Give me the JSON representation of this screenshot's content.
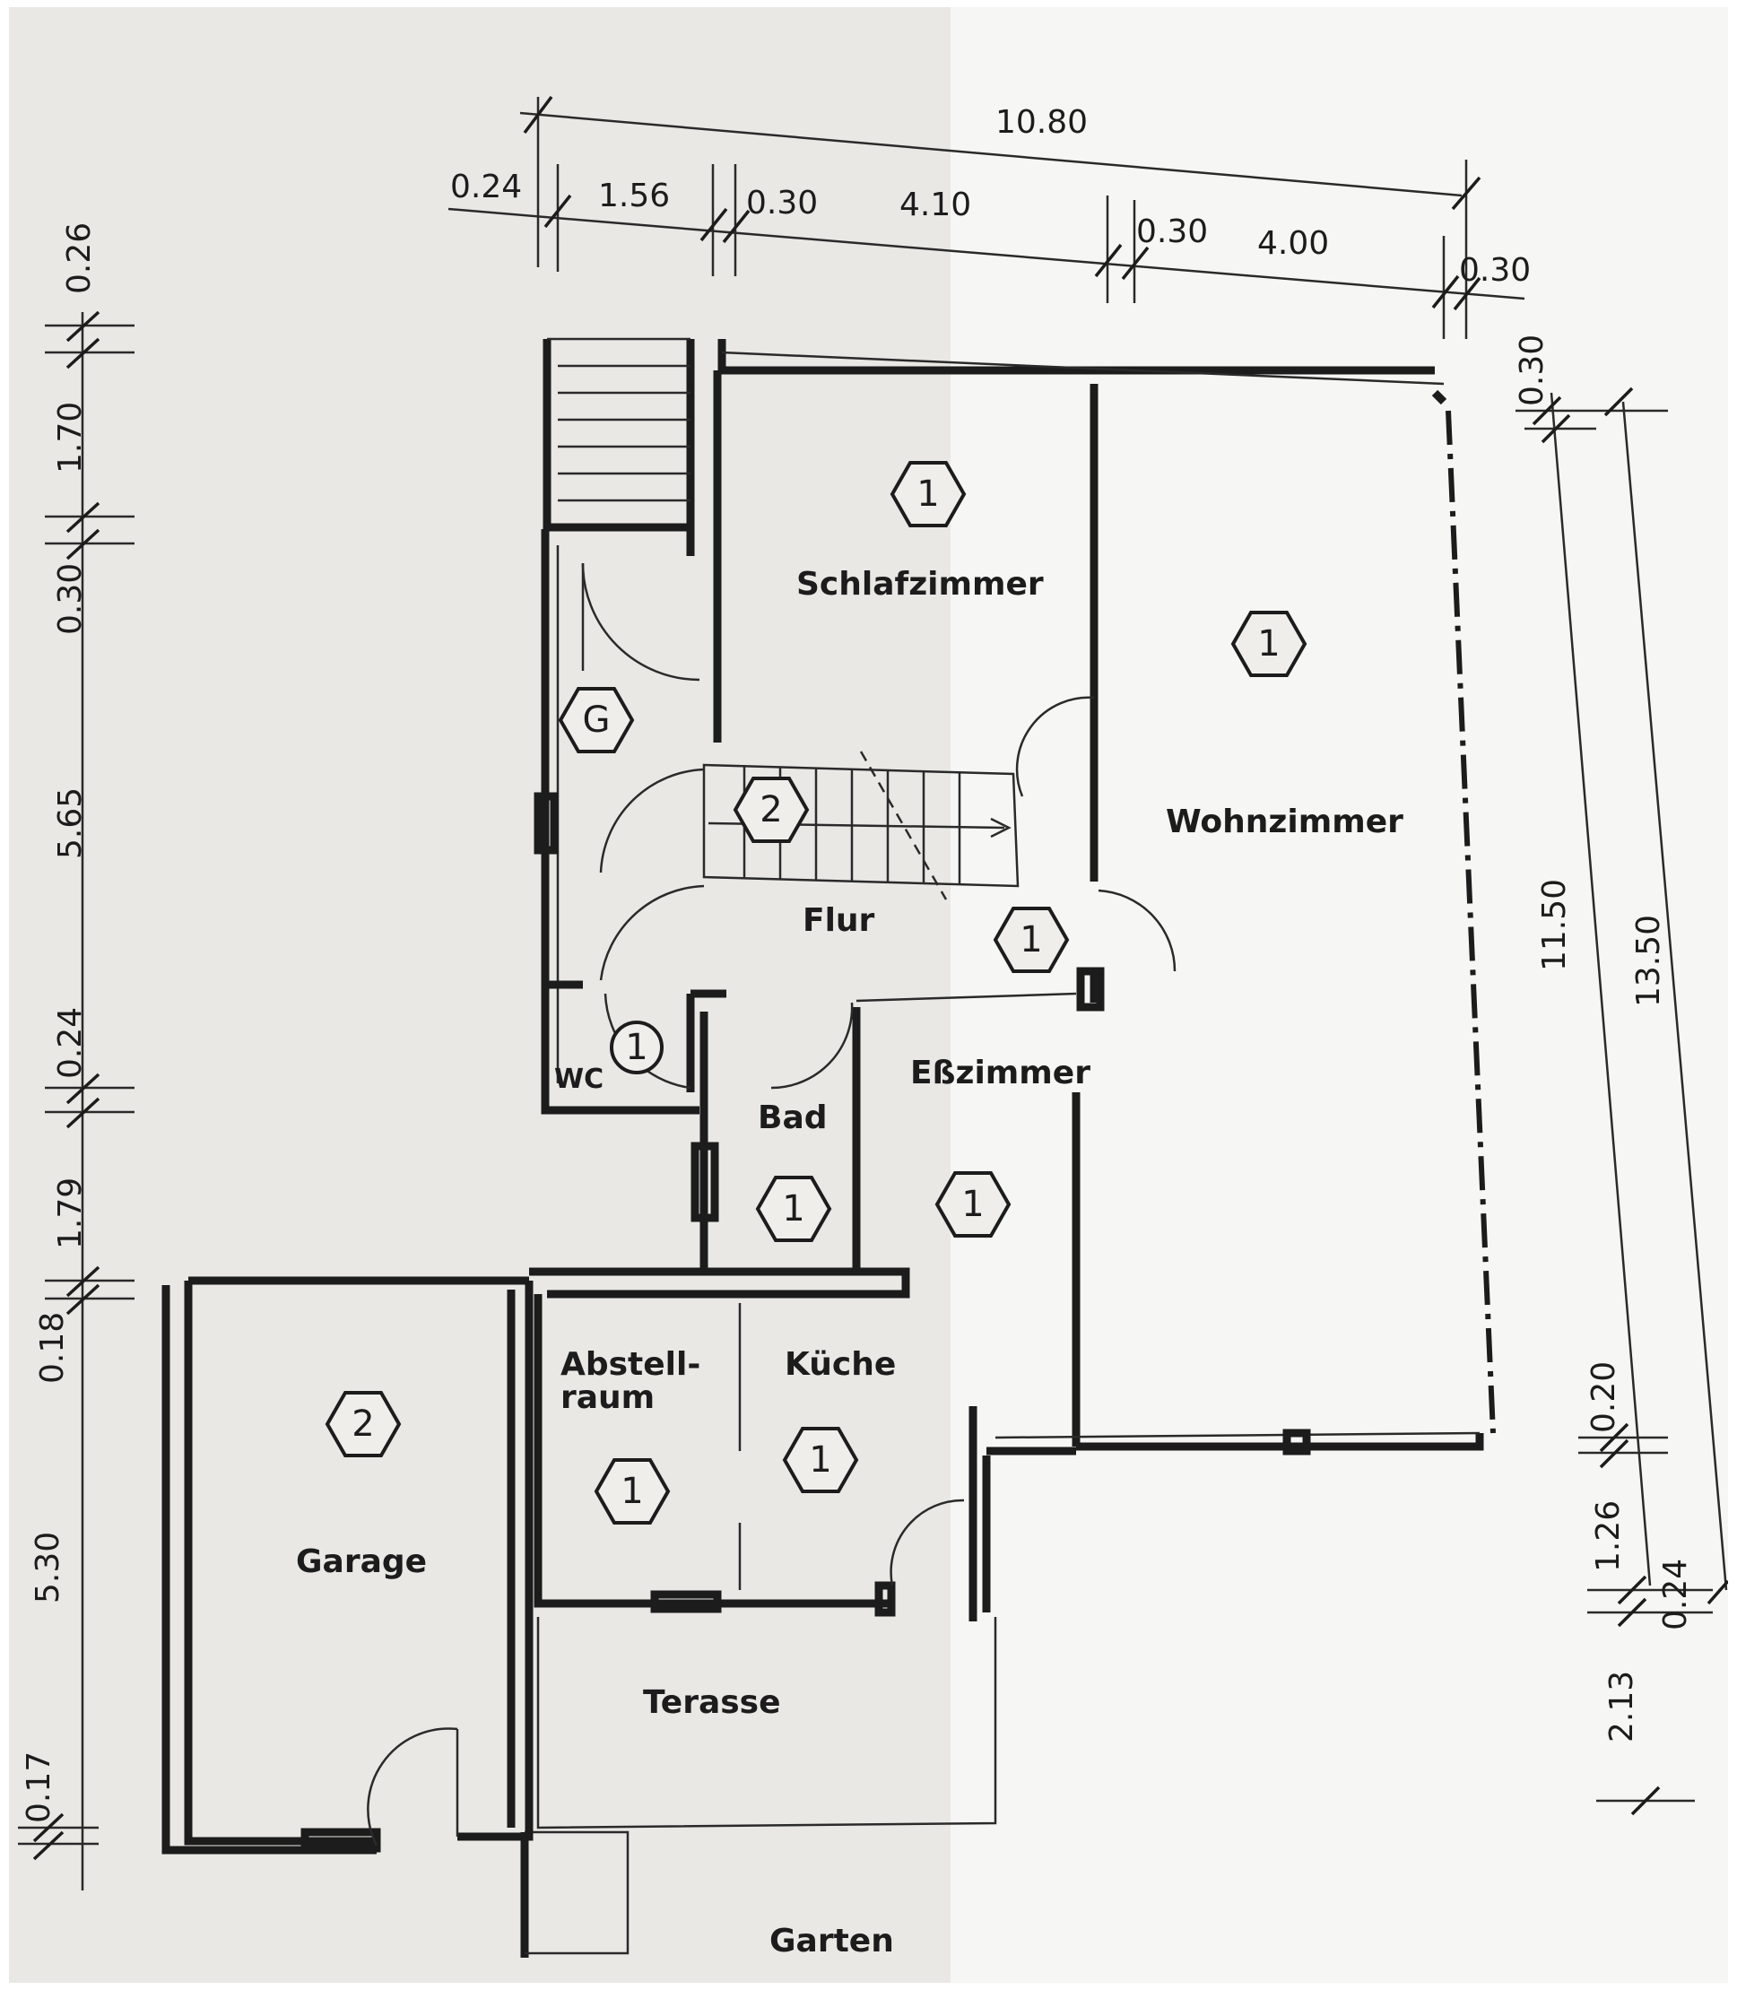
{
  "rooms": {
    "schlafzimmer": "Schlafzimmer",
    "wohnzimmer": "Wohnzimmer",
    "flur": "Flur",
    "wc": "WC",
    "bad": "Bad",
    "esszimmer": "Eßzimmer",
    "abstellraum_line1": "Abstell-",
    "abstellraum_line2": "raum",
    "kueche": "Küche",
    "garage": "Garage",
    "terasse": "Terasse",
    "garten": "Garten"
  },
  "markers": {
    "schlafzimmer": "1",
    "wohnzimmer": "1",
    "g": "G",
    "stair": "2",
    "flur": "1",
    "wc": "1",
    "bad": "1",
    "esszimmer": "1",
    "abstellraum": "1",
    "kueche": "1",
    "garage": "2"
  },
  "dimensions": {
    "top_overall": "10.80",
    "top": [
      "0.24",
      "1.56",
      "0.30",
      "4.10",
      "0.30",
      "4.00",
      "0.30"
    ],
    "left": [
      "0.26",
      "1.70",
      "0.30",
      "5.65",
      "0.24",
      "1.79",
      "0.18",
      "5.30",
      "0.17"
    ],
    "right_top": "0.30",
    "right_inner": "11.50",
    "right_outer": "13.50",
    "right_bottom": [
      "0.20",
      "1.26",
      "0.24",
      "2.13"
    ]
  }
}
